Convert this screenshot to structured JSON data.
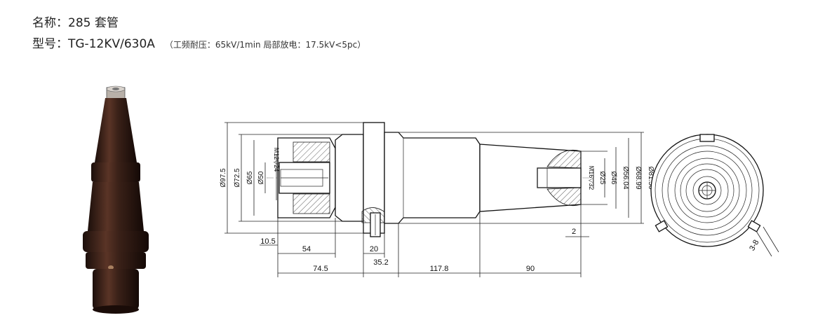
{
  "header": {
    "name_label": "名称：",
    "name_value": "285 套管",
    "model_label": "型号：",
    "model_value": "TG-12KV/630A",
    "test_text": "（工频耐压：65kV/1min  局部放电：17.5kV<5pc）"
  },
  "drawing": {
    "left_diameters": [
      "Ø97.5",
      "Ø72.5",
      "Ø65",
      "Ø50"
    ],
    "left_thread": "M12▽24",
    "right_thread": "M16▽32",
    "right_diameters": [
      "Ø25",
      "Ø46",
      "Ø56.04",
      "Ø68.99",
      "Ø81.50"
    ],
    "lengths": [
      "10.5",
      "54",
      "20",
      "74.5",
      "35.2",
      "117.8",
      "90",
      "2"
    ],
    "end_view_label": "3-8"
  },
  "colors": {
    "bushing_dark": "#2a1812",
    "bushing_mid": "#4a2a20",
    "bushing_light": "#6e4536"
  }
}
